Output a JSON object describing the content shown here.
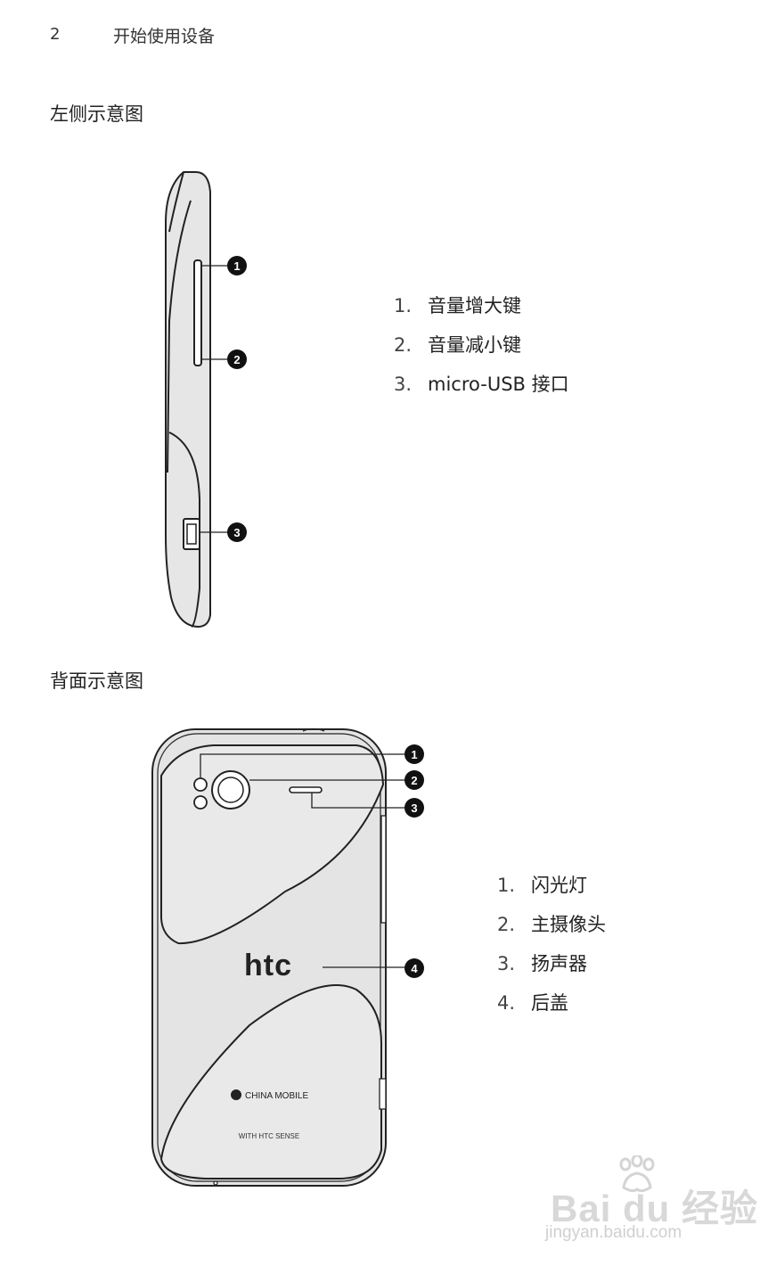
{
  "header": {
    "page_number": "2",
    "chapter_title": "开始使用设备"
  },
  "left_side": {
    "title": "左侧示意图",
    "callouts": [
      {
        "num": "1.",
        "label": "音量增大键"
      },
      {
        "num": "2.",
        "label": "音量减小键"
      },
      {
        "num": "3.",
        "label": "micro-USB 接口"
      }
    ],
    "markers": [
      "1",
      "2",
      "3"
    ]
  },
  "back_side": {
    "title": "背面示意图",
    "callouts": [
      {
        "num": "1.",
        "label": "闪光灯"
      },
      {
        "num": "2.",
        "label": "主摄像头"
      },
      {
        "num": "3.",
        "label": "扬声器"
      },
      {
        "num": "4.",
        "label": "后盖"
      }
    ],
    "markers": [
      "1",
      "2",
      "3",
      "4"
    ],
    "logo": "htc",
    "carrier": "CHINA MOBILE",
    "tagline": "WITH HTC SENSE"
  },
  "watermark": {
    "brand": "Bai du 经验",
    "url": "jingyan.baidu.com"
  }
}
